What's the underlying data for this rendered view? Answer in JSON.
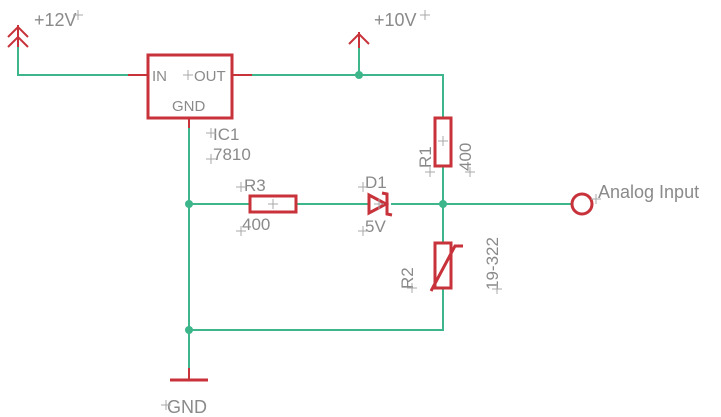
{
  "colors": {
    "wire": "#3cb68a",
    "part": "#c8323a",
    "label": "#8a8a8a",
    "background": "#ffffff"
  },
  "supplies": {
    "v12": "+12V",
    "v10": "+10V",
    "gnd": "GND"
  },
  "ic1": {
    "name": "IC1",
    "value": "7810",
    "pin_in": "IN",
    "pin_out": "OUT",
    "pin_gnd": "GND"
  },
  "r1": {
    "name": "R1",
    "value": "400"
  },
  "r2": {
    "name": "R2",
    "value": "19-322"
  },
  "r3": {
    "name": "R3",
    "value": "400"
  },
  "d1": {
    "name": "D1",
    "value": "5V"
  },
  "connector": {
    "label": "Analog Input"
  },
  "icons": {
    "supply": "supply-arrow-icon",
    "ground": "ground-icon",
    "resistor": "resistor-icon",
    "zener": "zener-diode-icon",
    "thermistor": "thermistor-icon",
    "connector": "connector-ring-icon"
  }
}
